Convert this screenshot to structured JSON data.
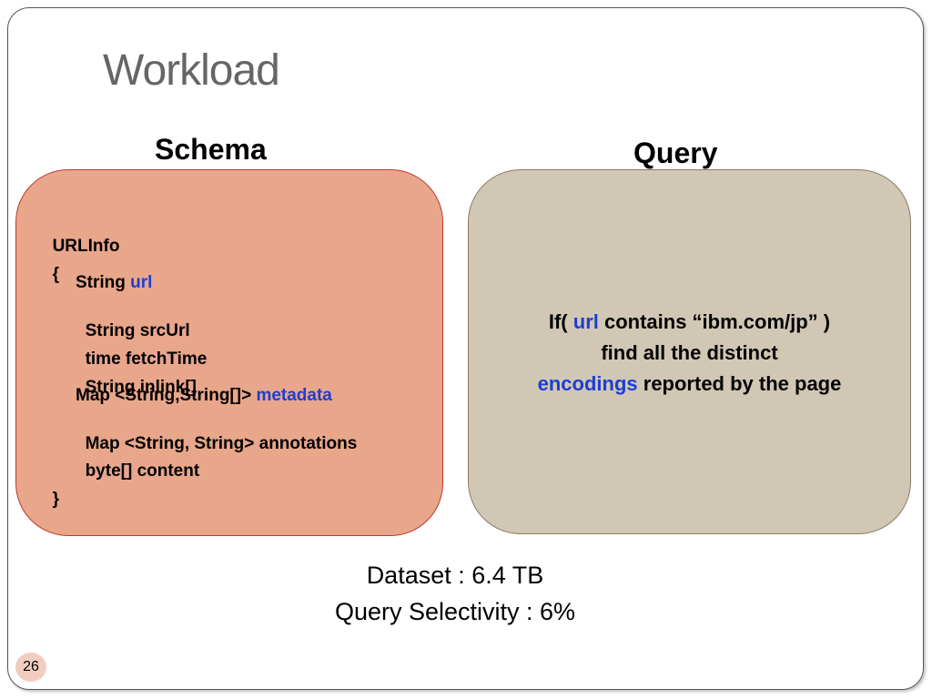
{
  "title": "Workload",
  "schema": {
    "heading": "Schema",
    "lines": [
      {
        "text": "URLInfo"
      },
      {
        "text": "{"
      },
      {
        "text": "String ",
        "highlight": "url"
      },
      {
        "text": "String srcUrl"
      },
      {
        "text": "time fetchTime"
      },
      {
        "text": "String inlink[]"
      },
      {
        "text": "Map <String,String[]> ",
        "highlight": "metadata"
      },
      {
        "text": "Map <String, String> annotations"
      },
      {
        "text": "byte[] content"
      },
      {
        "text": "}"
      }
    ]
  },
  "query": {
    "heading": "Query",
    "line1_prefix": "If( ",
    "line1_highlight": "url",
    "line1_suffix": " contains “ibm.com/jp” )",
    "line2": "find all the distinct",
    "line3_highlight": "encodings",
    "line3_suffix": " reported by the page"
  },
  "stats": {
    "dataset": "Dataset : 6.4 TB",
    "selectivity": "Query Selectivity : 6%"
  },
  "page_number": "26",
  "colors": {
    "highlight": "#1f3ecf",
    "schema_box": "#e8a68b",
    "query_box": "#d1c7b5"
  }
}
